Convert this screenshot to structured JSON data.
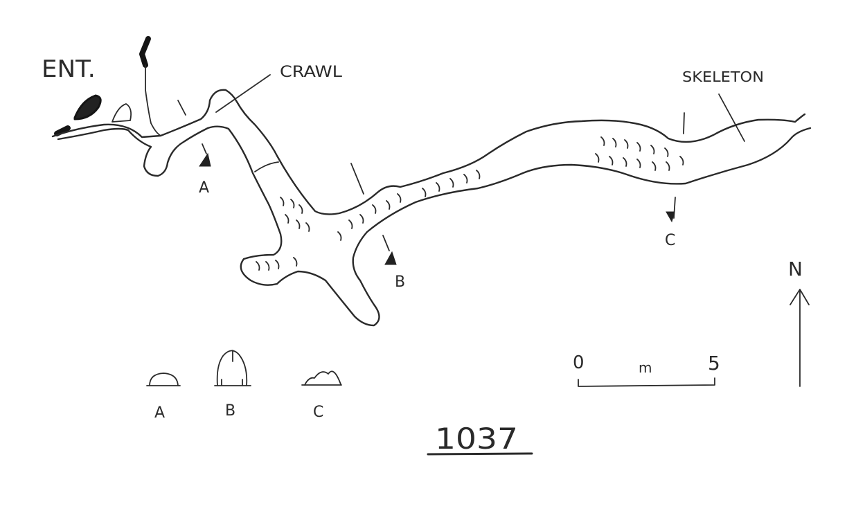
{
  "labels": {
    "entrance": "ENT.",
    "crawl": "CRAWL",
    "skeleton": "SKELETON",
    "section_a": "A",
    "section_b": "B",
    "section_c": "C"
  },
  "cross_sections": {
    "a": "A",
    "b": "B",
    "c": "C"
  },
  "scale_bar": {
    "start": "0",
    "unit": "m",
    "end": "5"
  },
  "north": "N",
  "cave_number": "1037"
}
